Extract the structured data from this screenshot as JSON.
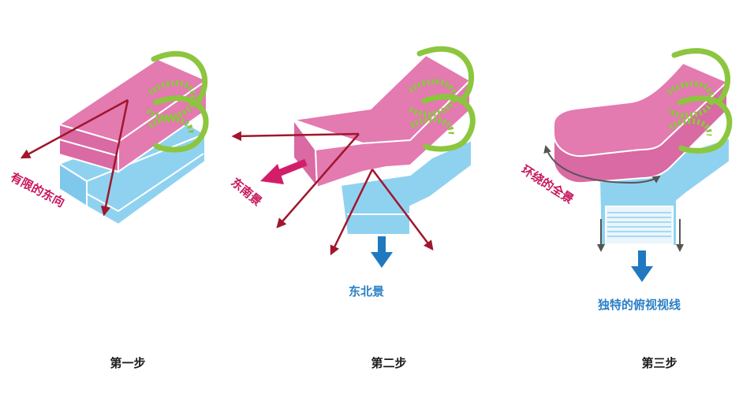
{
  "steps": [
    {
      "label": "第一步",
      "annotations": [
        {
          "text": "有限的东向",
          "color": "#c8175d"
        }
      ]
    },
    {
      "label": "第二步",
      "annotations": [
        {
          "text": "东南景",
          "color": "#c8175d"
        },
        {
          "text": "东北景",
          "color": "#2a7fc7"
        }
      ]
    },
    {
      "label": "第三步",
      "annotations": [
        {
          "text": "环绕的全景",
          "color": "#c8175d"
        },
        {
          "text": "独特的俯视视线",
          "color": "#2a7fc7"
        }
      ]
    }
  ],
  "colors": {
    "pink_top": "#e37ab0",
    "pink_side": "#d96aa3",
    "blue_top": "#8fd2f0",
    "blue_side": "#7ec8ec",
    "green": "#8cc63e",
    "red_arrow": "#a0162c",
    "magenta_arrow": "#d21e6a",
    "blue_arrow": "#2078c0",
    "grey_arrow": "#555555"
  }
}
